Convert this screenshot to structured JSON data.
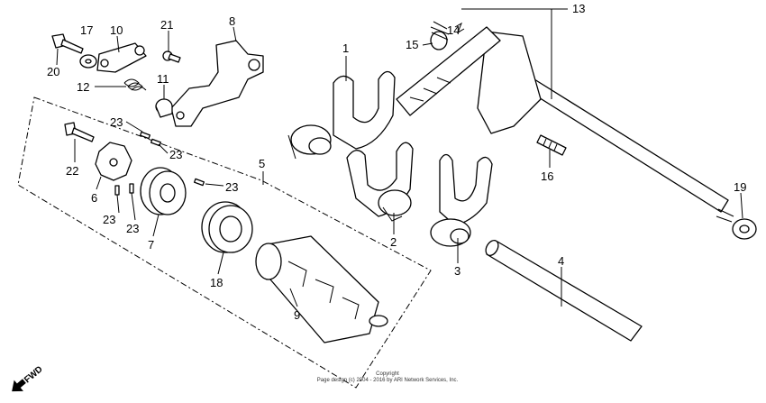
{
  "callouts": [
    {
      "id": "c1",
      "text": "1"
    },
    {
      "id": "c2",
      "text": "2"
    },
    {
      "id": "c3",
      "text": "3"
    },
    {
      "id": "c4",
      "text": "4"
    },
    {
      "id": "c5",
      "text": "5"
    },
    {
      "id": "c6",
      "text": "6"
    },
    {
      "id": "c7",
      "text": "7"
    },
    {
      "id": "c8",
      "text": "8"
    },
    {
      "id": "c9",
      "text": "9"
    },
    {
      "id": "c10",
      "text": "10"
    },
    {
      "id": "c11",
      "text": "11"
    },
    {
      "id": "c12",
      "text": "12"
    },
    {
      "id": "c13",
      "text": "13"
    },
    {
      "id": "c14",
      "text": "14"
    },
    {
      "id": "c15",
      "text": "15"
    },
    {
      "id": "c16",
      "text": "16"
    },
    {
      "id": "c17",
      "text": "17"
    },
    {
      "id": "c18",
      "text": "18"
    },
    {
      "id": "c19",
      "text": "19"
    },
    {
      "id": "c20",
      "text": "20"
    },
    {
      "id": "c21",
      "text": "21"
    },
    {
      "id": "c22",
      "text": "22"
    },
    {
      "id": "c23a",
      "text": "23"
    },
    {
      "id": "c23b",
      "text": "23"
    },
    {
      "id": "c23c",
      "text": "23"
    },
    {
      "id": "c23d",
      "text": "23"
    },
    {
      "id": "c23e",
      "text": "23"
    }
  ],
  "fwd_label": "FWD",
  "copyright": {
    "line1": "Copyright",
    "line2": "Page design (c) 2004 - 2016 by ARI Network Services, Inc."
  }
}
